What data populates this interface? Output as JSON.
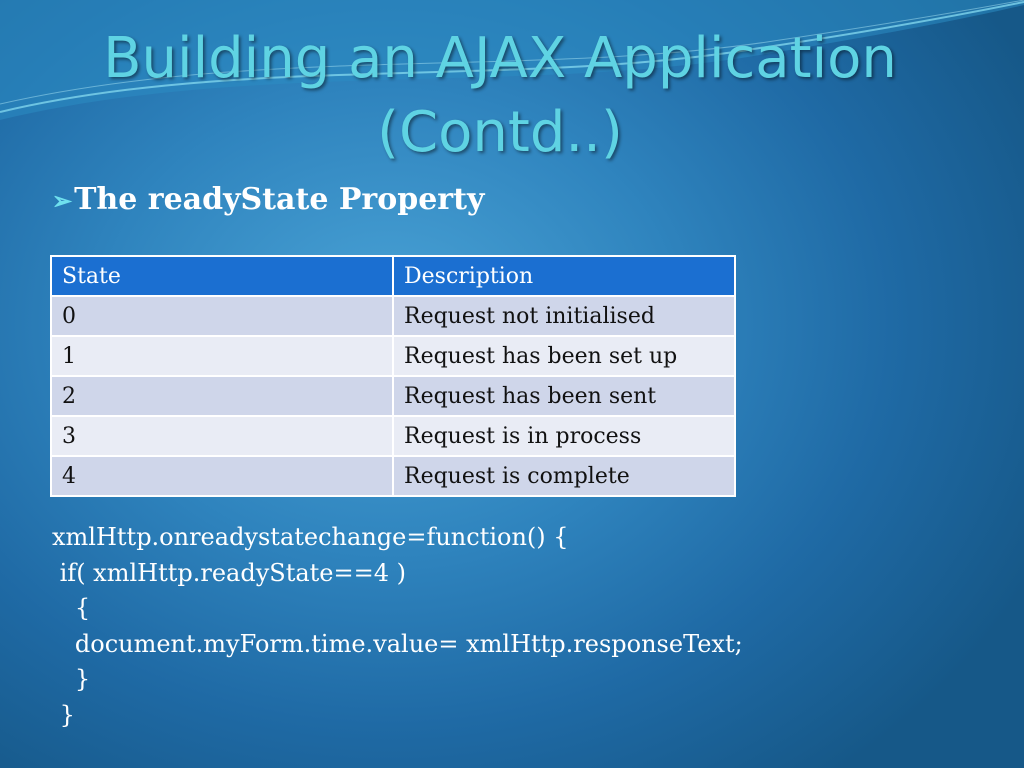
{
  "slide": {
    "title_line1": "Building an AJAX Application",
    "title_line2": "(Contd..)",
    "bullet_marker": "➢",
    "bullet_text": "The readyState Property"
  },
  "table": {
    "headers": [
      "State",
      "Description"
    ],
    "rows": [
      [
        "0",
        "Request not initialised"
      ],
      [
        "1",
        "Request has been set up"
      ],
      [
        "2",
        "Request has been sent"
      ],
      [
        "3",
        "Request is in process"
      ],
      [
        "4",
        "Request is complete"
      ]
    ]
  },
  "code": [
    "xmlHttp.onreadystatechange=function() {",
    " if( xmlHttp.readyState==4 )",
    "   {",
    "   document.myForm.time.value= xmlHttp.responseText;",
    "   }",
    " }"
  ],
  "colors": {
    "title": "#5fd3e3",
    "header_bg": "#1b6fd1",
    "row_dark": "#cfd6ea",
    "row_light": "#e9ecf5"
  }
}
